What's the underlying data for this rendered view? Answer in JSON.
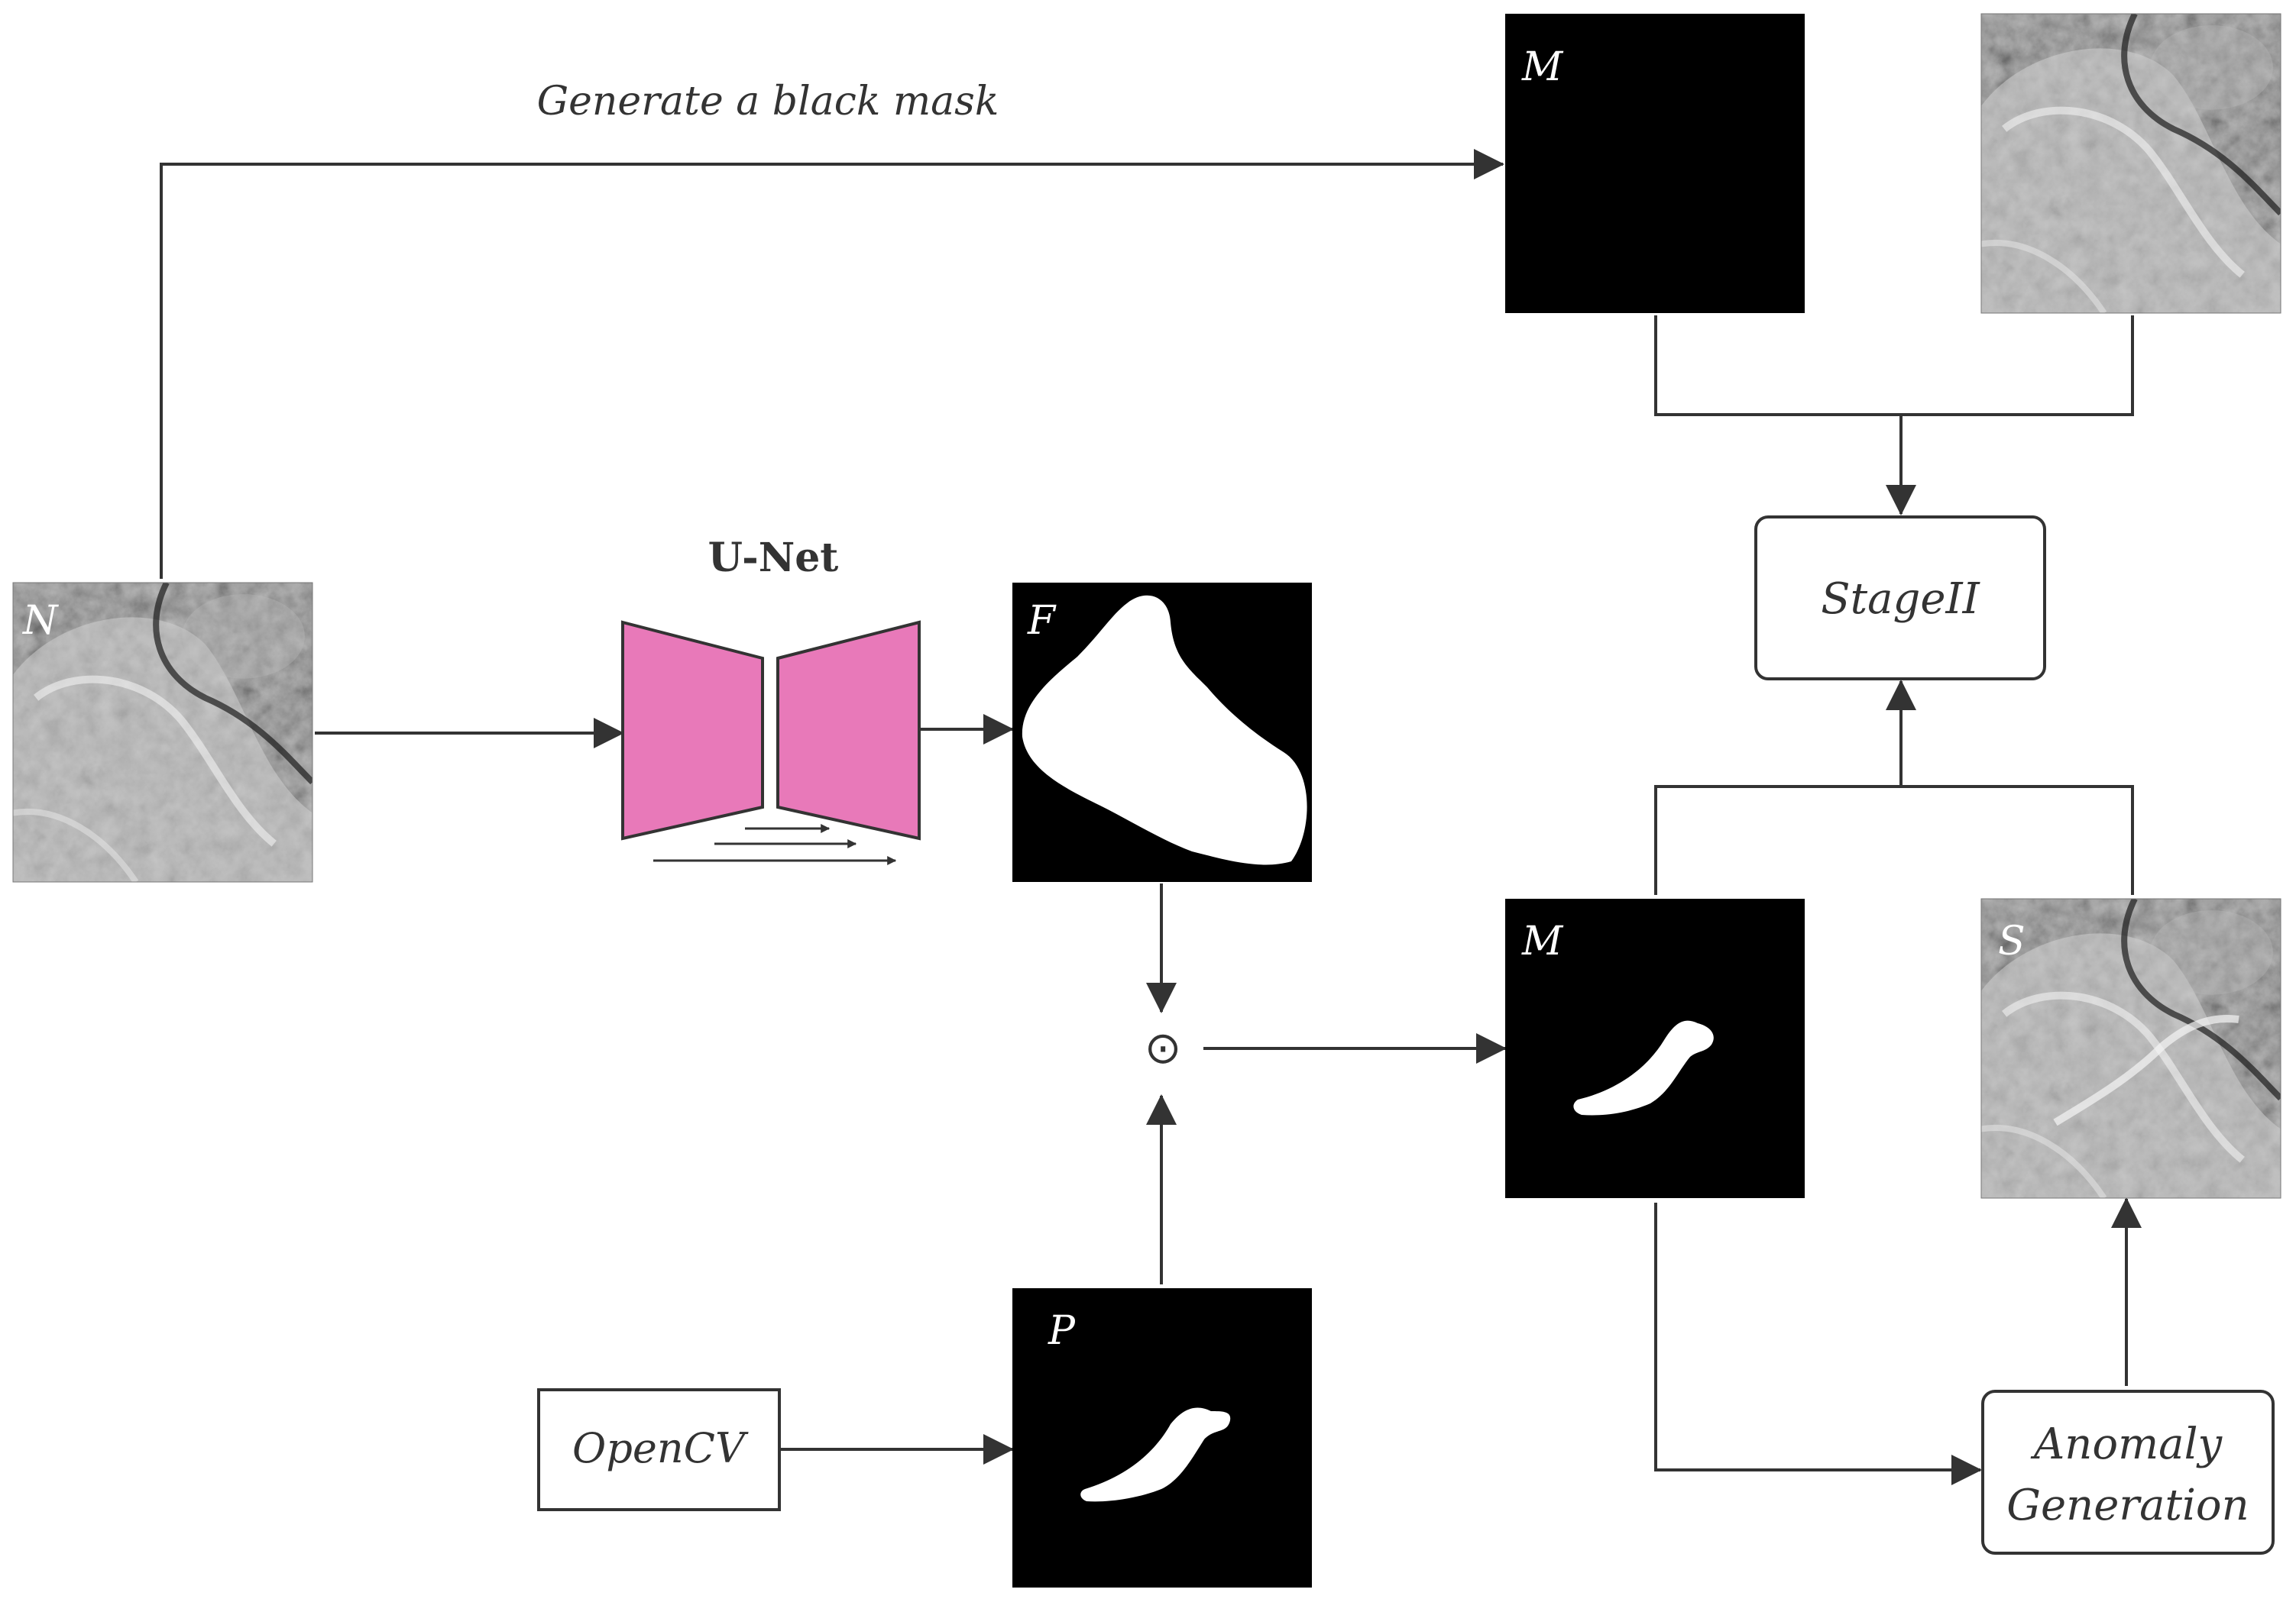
{
  "edges": {
    "top_label": "Generate a black mask"
  },
  "unet": {
    "label": "U-Net",
    "color": "#E879B9"
  },
  "images": {
    "input": {
      "letter": "N",
      "kind": "x-ray"
    },
    "mask_top": {
      "letter": "M",
      "kind": "black-mask"
    },
    "xray_top_right": {
      "letter": "",
      "kind": "x-ray"
    },
    "fmask": {
      "letter": "F",
      "kind": "foreground-mask"
    },
    "pmask": {
      "letter": "P",
      "kind": "anomaly-mask"
    },
    "mask_mid": {
      "letter": "M",
      "kind": "anomaly-mask"
    },
    "synthetic": {
      "letter": "S",
      "kind": "x-ray"
    }
  },
  "operator": {
    "symbol": "⊙"
  },
  "boxes": {
    "stage2": "StageII",
    "opencv": "OpenCV",
    "anomaly_line1": "Anomaly",
    "anomaly_line2": "Generation"
  },
  "colors": {
    "line": "#333333",
    "mask_bg": "#000000",
    "mask_fg": "#ffffff"
  }
}
